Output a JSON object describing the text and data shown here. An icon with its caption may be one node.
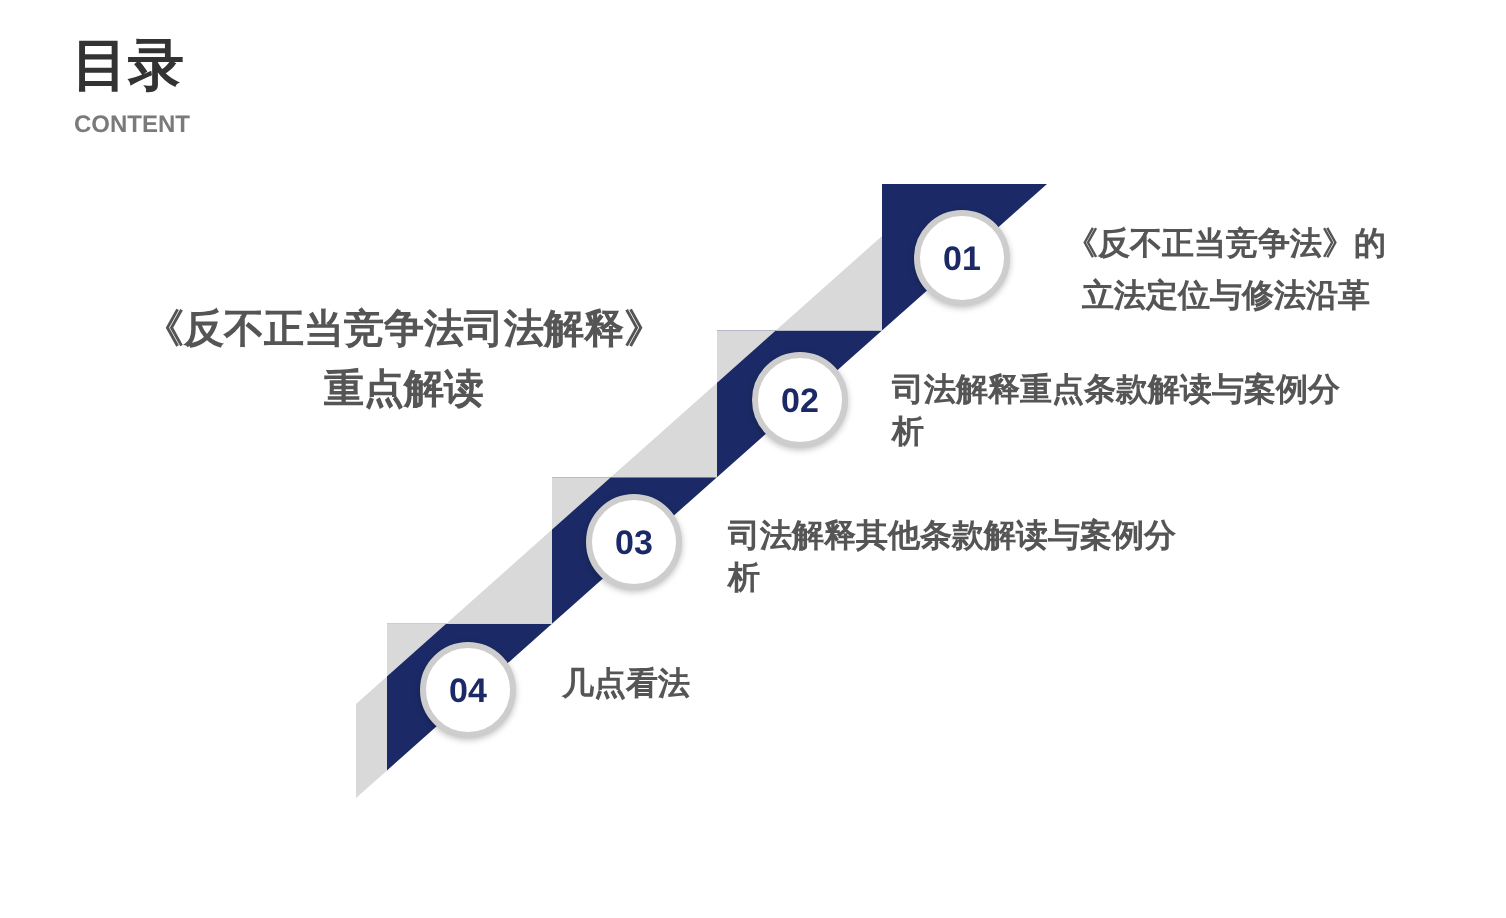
{
  "diagram": {
    "title": "目录",
    "nodes": [
      {
        "text": [
          "01"
        ],
        "beside": [
          "《反不正当竞争法》的立法定位与修法沿革"
        ]
      },
      {
        "text": [
          "02"
        ],
        "beside": [
          "司法解释重点条款解读与案例分析"
        ]
      },
      {
        "text": [
          "03"
        ],
        "beside": [
          "司法解释其他条款解读与案例分析"
        ]
      },
      {
        "text": [
          "04"
        ],
        "beside": [
          "几点看法"
        ]
      }
    ],
    "labels": [
      "CONTENT",
      "《反不正当竞争法司法解释》重点解读"
    ]
  }
}
